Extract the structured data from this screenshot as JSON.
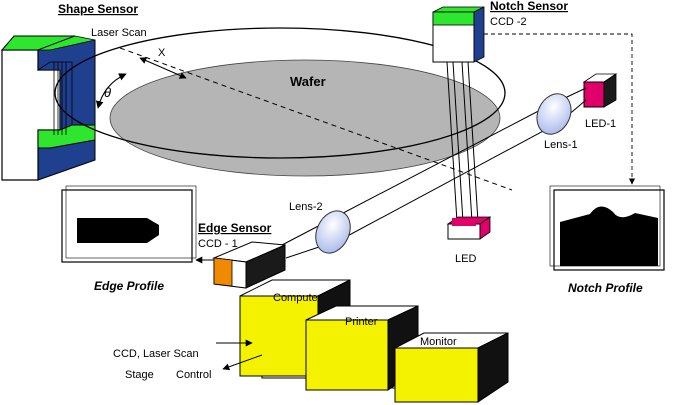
{
  "labels": {
    "shape_sensor": "Shape Sensor",
    "laser_scan": "Laser Scan",
    "x_axis": "X",
    "theta": "θ",
    "wafer": "Wafer",
    "notch_sensor": "Notch Sensor",
    "ccd2": "CCD -2",
    "led1": "LED-1",
    "lens1": "Lens-1",
    "lens2": "Lens-2",
    "edge_sensor": "Edge Sensor",
    "ccd1": "CCD - 1",
    "led": "LED",
    "edge_profile": "Edge Profile",
    "notch_profile": "Notch Profile",
    "computer": "Computer",
    "printer": "Printer",
    "monitor": "Monitor",
    "ccd_laser_scan": "CCD, Laser Scan",
    "stage": "Stage",
    "control": "Control"
  },
  "colors": {
    "sensor_green": "#2ee62e",
    "sensor_blue": "#1f3f8f",
    "led_magenta": "#e0006a",
    "ccd1_orange": "#f08a00",
    "box_yellow": "#f5f200",
    "wafer_gray": "#b5b5b5",
    "lens_blue": "#c8d4f4"
  }
}
